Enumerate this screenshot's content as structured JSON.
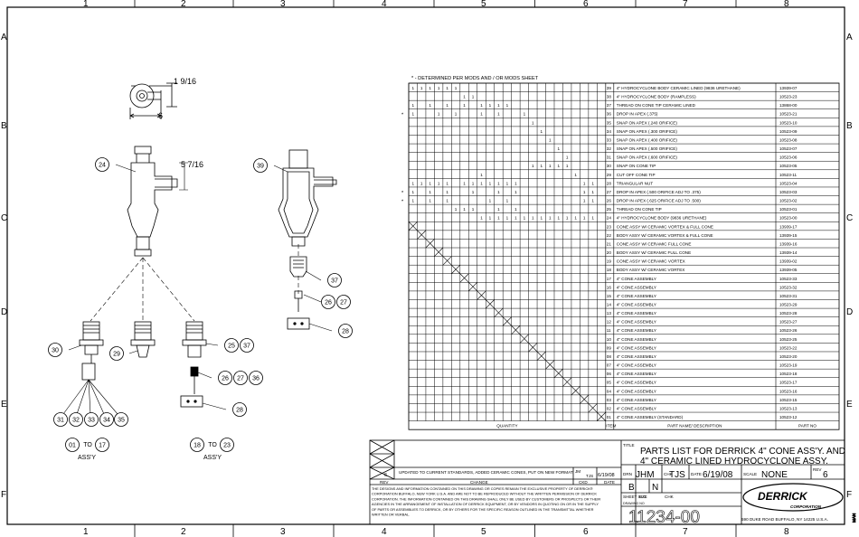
{
  "zones": {
    "columns": [
      "1",
      "2",
      "3",
      "4",
      "5",
      "6",
      "7",
      "8"
    ],
    "rows": [
      "A",
      "B",
      "C",
      "D",
      "E",
      "F"
    ]
  },
  "dimensions": {
    "top_width": "1 9/16",
    "side_height": "5 7/16"
  },
  "callouts": {
    "c24": "24",
    "c39": "39",
    "c37": "37",
    "c26": "26",
    "c27": "27",
    "c28": "28",
    "c30": "30",
    "c29": "29",
    "c25": "25",
    "c37b": "37",
    "c26b": "26",
    "c27b": "27",
    "c36": "36",
    "c28b": "28",
    "c31": "31",
    "c32": "32",
    "c33": "33",
    "c34": "34",
    "c35": "35",
    "c01": "01",
    "to1": "TO",
    "c17": "17",
    "assy1": "ASS'Y",
    "c18": "18",
    "to2": "TO",
    "c23": "23",
    "assy2": "ASS'Y"
  },
  "parts_table": {
    "note": "* - DETERMINED PER MODS AND / OR MODS SHEET",
    "quantity_label": "QUANTITY",
    "item_label": "ITEM",
    "desc_label": "PART NAME/ DESCRIPTION",
    "partno_label": "PART NO",
    "rows": [
      {
        "item": "39",
        "desc": "4\" HYDROCYCLONE BODY CERAMIC LINED (9836 URETHANE)",
        "part": "13939-07",
        "q": [
          1,
          2,
          3,
          4,
          5,
          6
        ],
        "star": false
      },
      {
        "item": "38",
        "desc": "4\" HYDROCYCLONE BODY (RAMPLESS)",
        "part": "10523-23",
        "q": [
          7,
          8
        ],
        "star": false
      },
      {
        "item": "37",
        "desc": "THREAD ON CONE TIP CERAMIC LINED",
        "part": "13868-00",
        "q": [
          1,
          3,
          5,
          7,
          9,
          10,
          11,
          12
        ],
        "star": false
      },
      {
        "item": "36",
        "desc": "DROP IN APEX (.375)",
        "part": "10523-21",
        "q": [
          1,
          4,
          6,
          9,
          11,
          14
        ],
        "star": true
      },
      {
        "item": "35",
        "desc": "SNAP ON APEX (.240 ORIFICE)",
        "part": "10523-10",
        "q": [
          15
        ],
        "star": false
      },
      {
        "item": "34",
        "desc": "SNAP ON APEX (.300 ORIFICE)",
        "part": "10523-09",
        "q": [
          16
        ],
        "star": false
      },
      {
        "item": "33",
        "desc": "SNAP ON APEX (.400 ORIFICE)",
        "part": "10523-08",
        "q": [
          17
        ],
        "star": false
      },
      {
        "item": "32",
        "desc": "SNAP ON APEX (.500 ORIFICE)",
        "part": "10523-07",
        "q": [
          18
        ],
        "star": false
      },
      {
        "item": "31",
        "desc": "SNAP ON APEX (.600 ORIFICE)",
        "part": "10523-06",
        "q": [
          19
        ],
        "star": false
      },
      {
        "item": "30",
        "desc": "SNAP ON CONE TIP",
        "part": "10523-05",
        "q": [
          15,
          16,
          17,
          18,
          19
        ],
        "star": false
      },
      {
        "item": "29",
        "desc": "CUT OFF CONE TIP",
        "part": "10523-11",
        "q": [
          9,
          20
        ],
        "star": false
      },
      {
        "item": "28",
        "desc": "TRIANGULAR NUT",
        "part": "10523-04",
        "q": [
          1,
          2,
          3,
          4,
          5,
          7,
          8,
          9,
          10,
          11,
          12,
          13,
          21,
          22
        ],
        "star": false
      },
      {
        "item": "27",
        "desc": "DROP IN APEX (.500 ORIFICE ADJ TO .375)",
        "part": "10523-03",
        "q": [
          1,
          3,
          5,
          8,
          11,
          13,
          21,
          22
        ],
        "star": true
      },
      {
        "item": "26",
        "desc": "DROP IN APEX (.625 ORIFICE ADJ TO .500)",
        "part": "10523-02",
        "q": [
          1,
          3,
          5,
          10,
          12,
          21,
          22
        ],
        "star": true
      },
      {
        "item": "25",
        "desc": "THREAD ON CONE TIP",
        "part": "10523-01",
        "q": [
          6,
          7,
          8,
          11,
          13
        ],
        "star": false
      },
      {
        "item": "24",
        "desc": "4\" HYDROCYCLONE BODY (9836 URETHANE)",
        "part": "10523-00",
        "q": [
          9,
          10,
          11,
          12,
          13,
          14,
          15,
          16,
          17,
          18,
          19,
          20,
          21,
          22
        ],
        "star": false
      },
      {
        "item": "23",
        "desc": "CONE ASSY W/ CERAMIC VORTEX & FULL CONE",
        "part": "13939-17",
        "x": 1,
        "star": false
      },
      {
        "item": "22",
        "desc": "BODY ASSY W/ CERAMIC VORTEX & FULL CONE",
        "part": "13939-15",
        "x": 2,
        "star": false
      },
      {
        "item": "21",
        "desc": "CONE ASSY W/ CERAMIC FULL CONE",
        "part": "13939-16",
        "x": 3,
        "star": false
      },
      {
        "item": "20",
        "desc": "BODY ASSY W/ CERAMIC FULL CONE",
        "part": "13939-14",
        "x": 4,
        "star": false
      },
      {
        "item": "19",
        "desc": "CONE ASSY W/ CERAMIC VORTEX",
        "part": "13939-02",
        "x": 5,
        "star": false
      },
      {
        "item": "18",
        "desc": "BODY ASSY W/ CERAMIC VORTEX",
        "part": "13939-05",
        "x": 6,
        "star": false
      },
      {
        "item": "17",
        "desc": "4\" CONE ASSEMBLY",
        "part": "10523-33",
        "x": 7,
        "star": false
      },
      {
        "item": "16",
        "desc": "4\" CONE ASSEMBLY",
        "part": "10523-32",
        "x": 8,
        "star": false
      },
      {
        "item": "15",
        "desc": "4\" CONE ASSEMBLY",
        "part": "10523-31",
        "x": 9,
        "star": false
      },
      {
        "item": "14",
        "desc": "4\" CONE ASSEMBLY",
        "part": "10523-29",
        "x": 10,
        "star": false
      },
      {
        "item": "13",
        "desc": "4\" CONE ASSEMBLY",
        "part": "10523-28",
        "x": 11,
        "star": false
      },
      {
        "item": "12",
        "desc": "4\" CONE ASSEMBLY",
        "part": "10523-27",
        "x": 12,
        "star": false
      },
      {
        "item": "11",
        "desc": "4\" CONE ASSEMBLY",
        "part": "10523-26",
        "x": 13,
        "star": false
      },
      {
        "item": "10",
        "desc": "4\" CONE ASSEMBLY",
        "part": "10523-25",
        "x": 14,
        "star": false
      },
      {
        "item": "09",
        "desc": "4\" CONE ASSEMBLY",
        "part": "10523-22",
        "x": 15,
        "star": false
      },
      {
        "item": "08",
        "desc": "4\" CONE ASSEMBLY",
        "part": "10523-20",
        "x": 16,
        "star": false
      },
      {
        "item": "07",
        "desc": "4\" CONE ASSEMBLY",
        "part": "10523-19",
        "x": 17,
        "star": false
      },
      {
        "item": "06",
        "desc": "4\" CONE ASSEMBLY",
        "part": "10523-18",
        "x": 18,
        "star": false
      },
      {
        "item": "05",
        "desc": "4\" CONE ASSEMBLY",
        "part": "10523-17",
        "x": 19,
        "star": false
      },
      {
        "item": "04",
        "desc": "4\" CONE ASSEMBLY",
        "part": "10523-16",
        "x": 20,
        "star": false
      },
      {
        "item": "03",
        "desc": "4\" CONE ASSEMBLY",
        "part": "10523-15",
        "x": 21,
        "star": false
      },
      {
        "item": "02",
        "desc": "4\" CONE ASSEMBLY",
        "part": "10523-13",
        "x": 22,
        "star": false
      },
      {
        "item": "01",
        "desc": "4\" CONE ASSEMBLY (STANDARD)",
        "part": "10523-12",
        "x": 23,
        "star": false
      }
    ]
  },
  "title_block": {
    "title_label": "TITLE",
    "title_line1": "PARTS LIST FOR DERRICK 4\" CONE ASS'Y. AND",
    "title_line2": "4\" CERAMIC LINED HYDROCYCLONE ASSY.",
    "rev_number": "6",
    "rev_change": "UPDATED TO CURRENT STANDARDS, ADDED CERAMIC CONES, PUT ON NEW FORMAT",
    "rev_jm": "JM",
    "rev_tjs": "TJS",
    "rev_date": "6/19/08",
    "rev_hdr": "REV",
    "change_hdr": "CHANGE",
    "ckd_hdr": "CKD",
    "date_hdr": "DATE",
    "drn_label": "DRN",
    "drn_value": "JHM",
    "chk_label": "CHK",
    "chk_value": "TJS",
    "date_label": "DATE",
    "date_value": "6/19/08",
    "scale_label": "SCALE",
    "scale_value": "NONE",
    "rev_label": "REV",
    "rev_value": "6",
    "size_value": "B",
    "n_value": "N",
    "sheet_label": "SHEET SIZE",
    "ec_value": "E C",
    "chk2": "CHK",
    "drawing_no_label": "DRAWING NO",
    "drawing_no": "11234-00",
    "company": "DERRICK",
    "company_sub": "CORPORATION",
    "address": "590 DUKE ROAD BUFFALO, NY 14225 U.S.A.",
    "notice_lines": [
      "THE DESIGNS AND INFORMATION CONTAINED ON THIS DRAWING OR COPIES REMAIN THE EXCLUSIVE PROPERTY OF DERRICK®",
      "CORPORATION BUFFALO, NEW YORK U.S.A. AND ARE NOT TO BE REPRODUCED WITHOUT THE WRITTEN PERMISSION OF DERRICK",
      "CORPORATION. THE INFORMATION CONTAINED ON THIS DRAWING SHALL ONLY BE USED BY CUSTOMERS OR PROSPECTS OR THEIR",
      "AGENCIES IN THE ARRANGEMENT OF INSTALLATION OF DERRICK EQUIPMENT, OR BY VENDORS IN QUOTING ON OR IN THE SUPPLY",
      "OF PARTS OR ASSEMBLIES TO DERRICK, OR BY OTHERS FOR THE SPECIFIC REASON OUTLINED IN THE TRANSMITTAL WHETHER",
      "WRITTEN OR VERBAL."
    ],
    "side_text": "MAN"
  }
}
